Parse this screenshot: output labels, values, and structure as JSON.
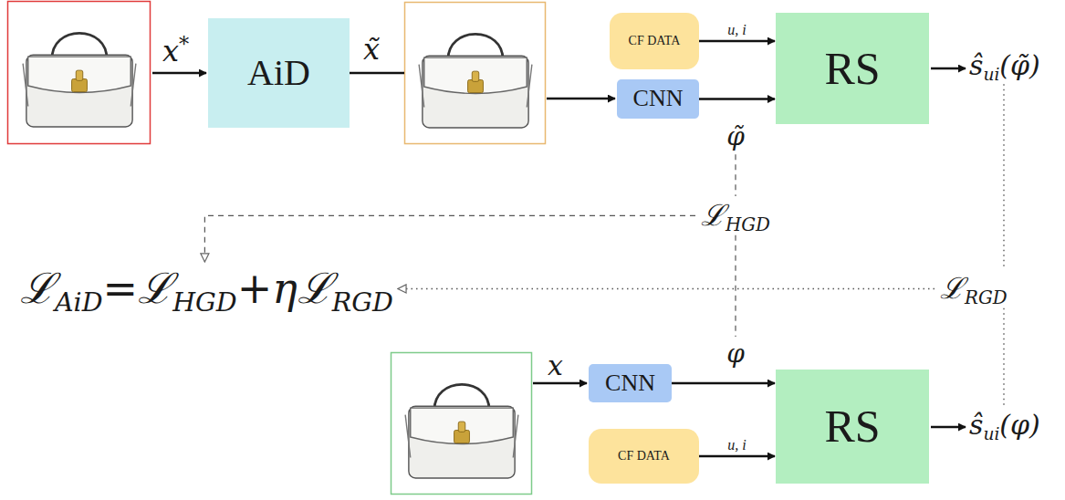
{
  "diagram": {
    "nodes": [
      {
        "text": [
          "AiD"
        ]
      },
      {
        "text": [
          "CF DATA"
        ]
      },
      {
        "text": [
          "CNN"
        ]
      },
      {
        "text": [
          "RS"
        ]
      },
      {
        "text": [
          "CNN"
        ]
      },
      {
        "text": [
          "RS"
        ]
      },
      {
        "text": [
          "CF DATA"
        ]
      }
    ],
    "edges": [
      {
        "from": 1,
        "to": 3,
        "label": "u, i",
        "arrow": "to"
      },
      {
        "from": 2,
        "to": 3,
        "arrow": "to"
      },
      {
        "from": 4,
        "to": 5,
        "arrow": "to"
      },
      {
        "from": 6,
        "to": 5,
        "label": "u, i",
        "arrow": "to"
      }
    ],
    "labels": [
      "x",
      "*",
      "x̃",
      "φ̃",
      "ŝ",
      "ui",
      "(φ̃)",
      "ℒ",
      "HGD",
      "ℒ",
      "AiD",
      "=ℒ",
      "HGD",
      "+ηℒ",
      "RGD",
      "ℒ",
      "RGD",
      "φ",
      "x",
      "ŝ",
      "ui",
      "(φ)"
    ]
  }
}
